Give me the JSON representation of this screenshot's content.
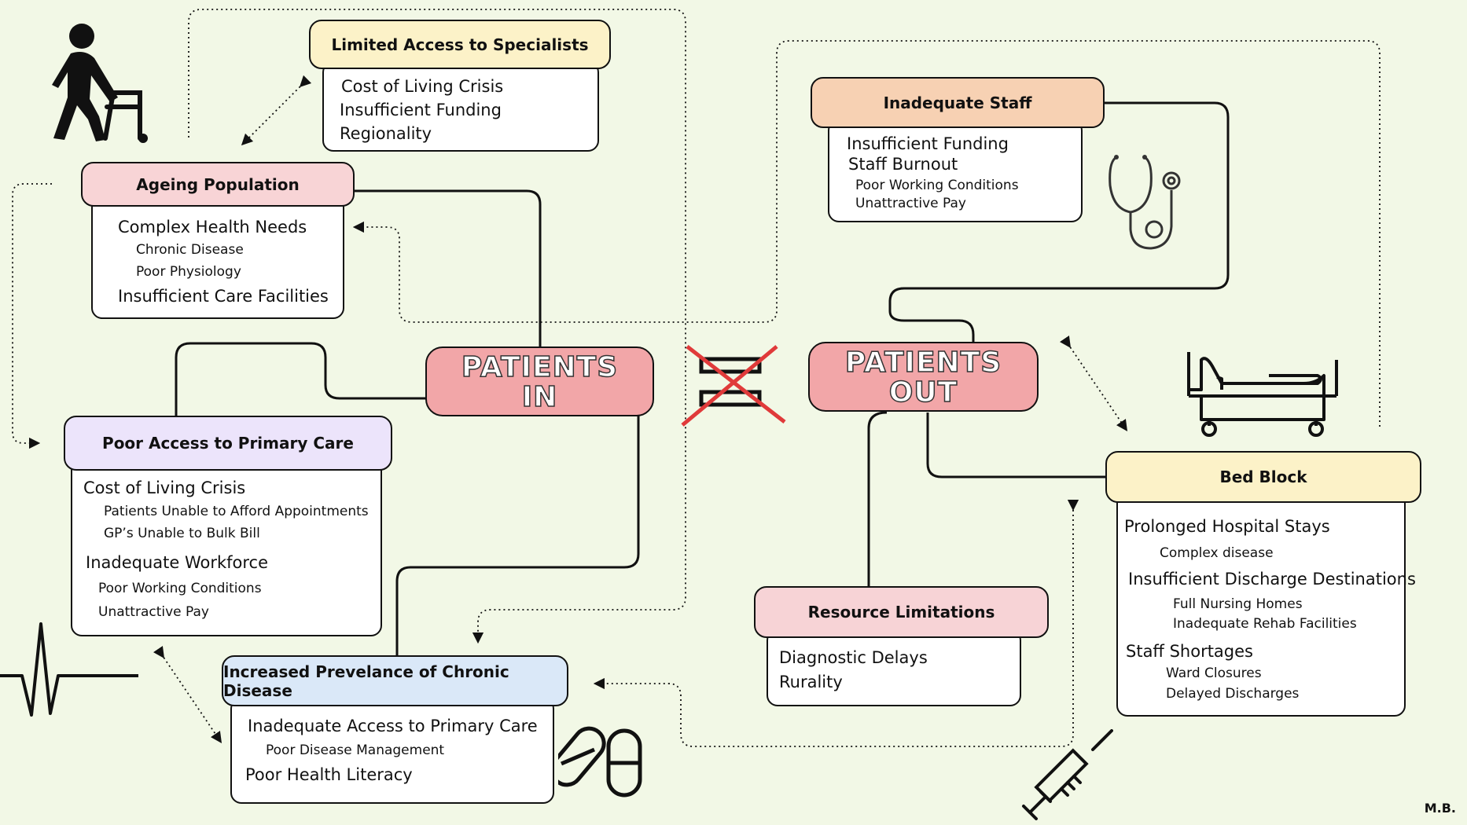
{
  "colors": {
    "background": "#f2f8e6",
    "specialists": "#fcf2c8",
    "ageing": "#f8d4d6",
    "primary_care": "#ece4fb",
    "chronic": "#dae8f8",
    "staff": "#f7d1b3",
    "resource": "#f7d3d6",
    "bed_block": "#fcf2c8",
    "center": "#f2a6a8",
    "cross": "#e03a3a"
  },
  "center": {
    "patients_in": [
      "PATIENTS",
      "IN"
    ],
    "patients_out": [
      "PATIENTS",
      "OUT"
    ]
  },
  "boxes": {
    "specialists": {
      "title": "Limited Access to Specialists",
      "lines": [
        "Cost of Living Crisis",
        "Insufficient Funding",
        "Regionality"
      ]
    },
    "ageing": {
      "title": "Ageing Population",
      "lines": [
        "Complex Health Needs",
        "Chronic Disease",
        "Poor Physiology",
        "Insufficient Care Facilities"
      ]
    },
    "primary_care": {
      "title": "Poor Access to Primary Care",
      "lines": [
        "Cost of Living Crisis",
        "Patients Unable to Afford Appointments",
        "GP’s Unable to Bulk Bill",
        "Inadequate Workforce",
        "Poor Working Conditions",
        "Unattractive Pay"
      ]
    },
    "chronic": {
      "title": "Increased Prevelance of Chronic Disease",
      "lines": [
        "Inadequate Access to Primary Care",
        "Poor Disease Management",
        "Poor Health Literacy"
      ]
    },
    "staff": {
      "title": "Inadequate Staff",
      "lines": [
        "Insufficient Funding",
        "Staff Burnout",
        "Poor Working Conditions",
        "Unattractive Pay"
      ]
    },
    "resource": {
      "title": "Resource Limitations",
      "lines": [
        "Diagnostic Delays",
        "Rurality"
      ]
    },
    "bed_block": {
      "title": "Bed Block",
      "lines": [
        "Prolonged Hospital Stays",
        "Complex disease",
        "Insufficient Discharge Destinations",
        "Full Nursing Homes",
        "Inadequate Rehab Facilities",
        "Staff Shortages",
        "Ward Closures",
        "Delayed Discharges"
      ]
    }
  },
  "icons": [
    "elderly-walker-icon",
    "stethoscope-icon",
    "hospital-bed-icon",
    "heartbeat-icon",
    "pills-icon",
    "syringe-icon",
    "equals-crossed-icon"
  ],
  "signature": "M.B."
}
